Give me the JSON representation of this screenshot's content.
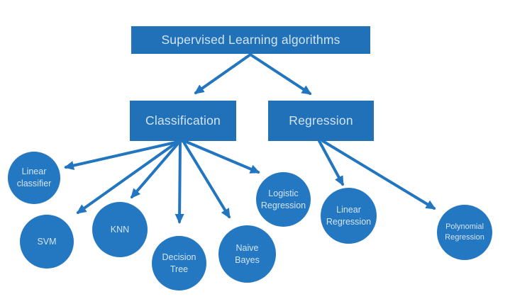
{
  "title": "Supervised Learning algorithms",
  "colors": {
    "background": "#ffffff",
    "box_fill": "#2171b9",
    "circle_fill": "#2478c2",
    "node_text": "#d3e4f4",
    "arrow": "#2176bf"
  },
  "nodes": {
    "root": "Supervised Learning algorithms",
    "classification": "Classification",
    "regression": "Regression",
    "linear_classifier": "Linear classifier",
    "svm": "SVM",
    "knn": "KNN",
    "decision_tree": "Decision Tree",
    "naive_bayes": "Naive Bayes",
    "logistic_regression": "Logistic Regression",
    "linear_regression": "Linear Regression",
    "polynomial_regression": "Polynomial Regression"
  },
  "edges": [
    {
      "from": "root",
      "to": "classification"
    },
    {
      "from": "root",
      "to": "regression"
    },
    {
      "from": "classification",
      "to": "linear_classifier"
    },
    {
      "from": "classification",
      "to": "svm"
    },
    {
      "from": "classification",
      "to": "knn"
    },
    {
      "from": "classification",
      "to": "decision_tree"
    },
    {
      "from": "classification",
      "to": "naive_bayes"
    },
    {
      "from": "classification",
      "to": "logistic_regression"
    },
    {
      "from": "regression",
      "to": "linear_regression"
    },
    {
      "from": "regression",
      "to": "polynomial_regression"
    }
  ]
}
